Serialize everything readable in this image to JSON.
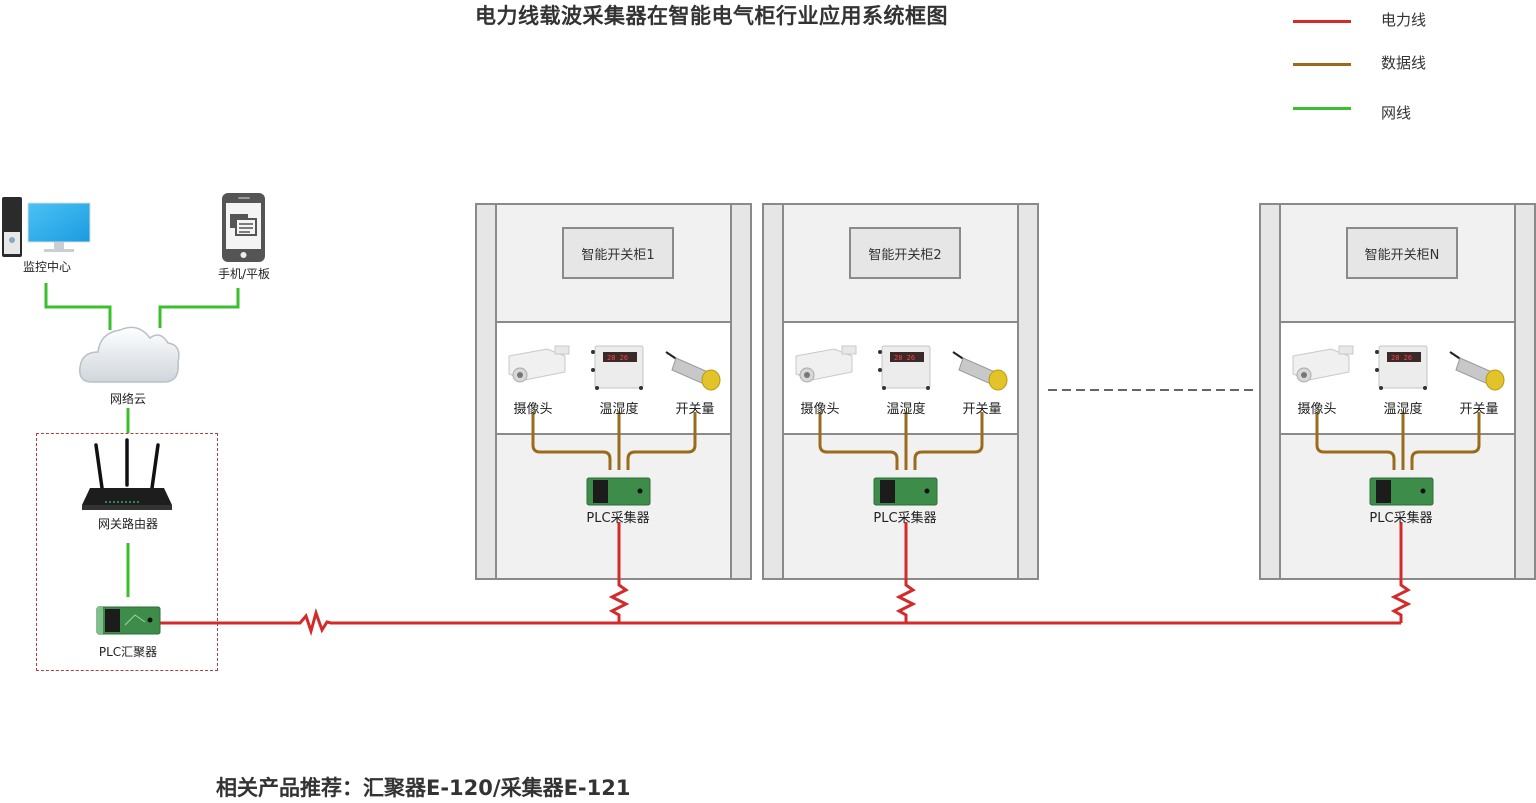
{
  "title": "电力线载波采集器在智能电气柜行业应用系统框图",
  "legend": [
    {
      "label": "电力线",
      "color": "#d42a2a"
    },
    {
      "label": "数据线",
      "color": "#9a6b1c"
    },
    {
      "label": "网线",
      "color": "#3cbf2e"
    }
  ],
  "left": {
    "monitor_center": "监控中心",
    "mobile": "手机/平板",
    "cloud": "网络云",
    "router": "网关路由器",
    "concentrator": "PLC汇聚器"
  },
  "cabinets": [
    {
      "name": "智能开关柜1",
      "devices": [
        "摄像头",
        "温湿度",
        "开关量"
      ],
      "collector": "PLC采集器"
    },
    {
      "name": "智能开关柜2",
      "devices": [
        "摄像头",
        "温湿度",
        "开关量"
      ],
      "collector": "PLC采集器"
    },
    {
      "name": "智能开关柜N",
      "devices": [
        "摄像头",
        "温湿度",
        "开关量"
      ],
      "collector": "PLC采集器"
    }
  ],
  "footer": "相关产品推荐：汇聚器E-120/采集器E-121"
}
